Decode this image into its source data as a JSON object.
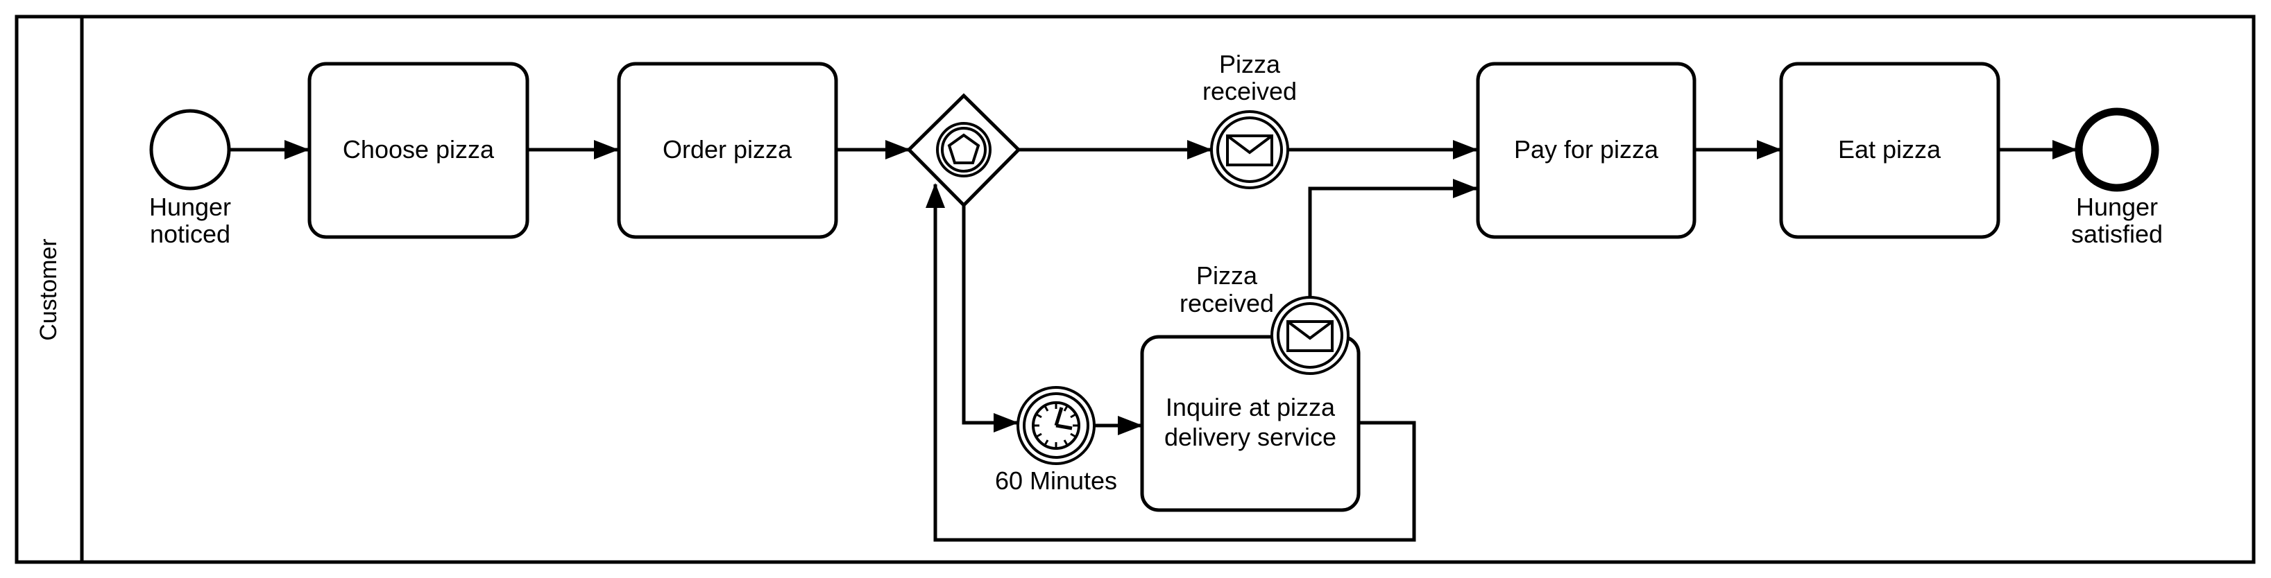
{
  "pool": {
    "lane_label": "Customer"
  },
  "start_event": {
    "label_lines": [
      "Hunger",
      "noticed"
    ]
  },
  "tasks": {
    "choose": {
      "label_lines": [
        "Choose pizza"
      ]
    },
    "order": {
      "label_lines": [
        "Order pizza"
      ]
    },
    "pay": {
      "label_lines": [
        "Pay for pizza"
      ]
    },
    "eat": {
      "label_lines": [
        "Eat pizza"
      ]
    },
    "inquire": {
      "label_lines": [
        "Inquire at pizza",
        "delivery service"
      ]
    }
  },
  "gateway": {
    "type": "event-based",
    "icon": "pentagon-icon"
  },
  "message_event_top": {
    "label_lines": [
      "Pizza",
      "received"
    ],
    "icon": "envelope-icon"
  },
  "boundary_message_event": {
    "label_lines": [
      "Pizza",
      "received"
    ],
    "icon": "envelope-icon"
  },
  "timer_event": {
    "label_lines": [
      "60 Minutes"
    ],
    "icon": "clock-icon"
  },
  "end_event": {
    "label_lines": [
      "Hunger",
      "satisfied"
    ]
  }
}
